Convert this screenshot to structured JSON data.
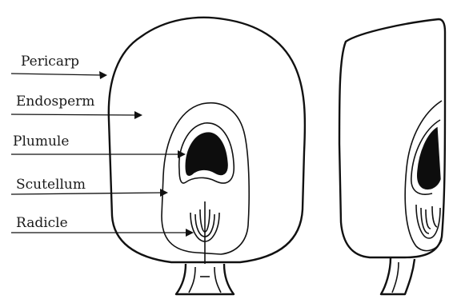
{
  "figure": {
    "labels": [
      {
        "key": "pericarp",
        "text": "Pericarp"
      },
      {
        "key": "endosperm",
        "text": "Endosperm"
      },
      {
        "key": "plumule",
        "text": "Plumule"
      },
      {
        "key": "scutellum",
        "text": "Scutellum"
      },
      {
        "key": "radicle",
        "text": "Radicle"
      }
    ]
  },
  "colors": {
    "ink": "#111111",
    "background": "#ffffff",
    "plumule_fill": "#0d0d0d"
  }
}
